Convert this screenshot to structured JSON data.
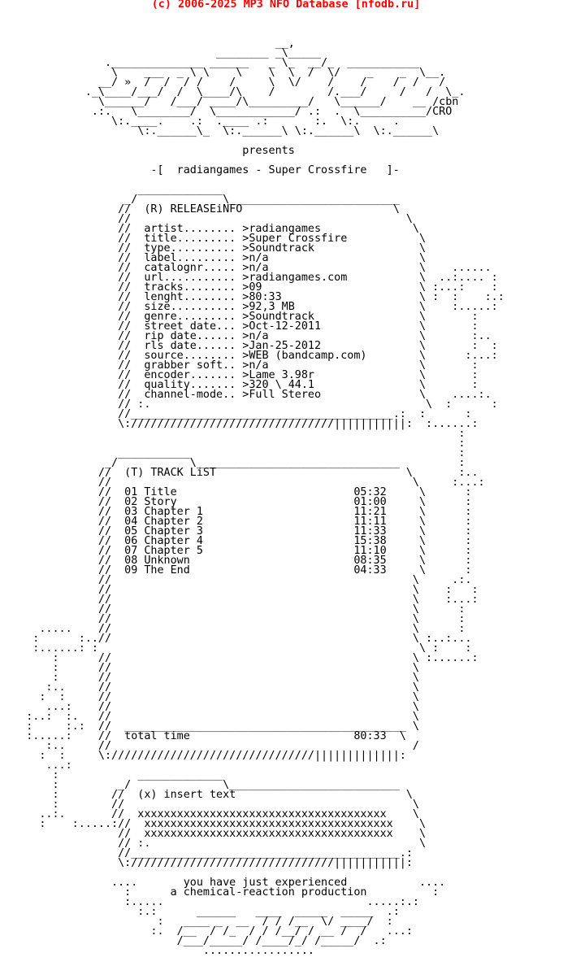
{
  "header": "(c) 2006-2025 MP3 NFO Database [nfodb.ru]",
  "colors": {
    "header_text": "#ff0000",
    "nfo_text": "#000000",
    "background": "#ffffff"
  },
  "nfo_lines": [
    "",
    "",
    "",
    "                                          __,",
    "                                 ________ _\\_____",
    "                .______________ ______   _ \\_  __/_  ___________",
    "                 \\    ___  _ \\ \\    \\    \\  \\  /  \\/    _    _  \\__.",
    "               __/ »  /  /  / /    /     \\  \\/    /    /    /  /   /",
    "             ._\\____/___/  /  \\____/\\    /        /.___/     /   /  \\_.",
    "               \\______/   /___/ ____/\\_________/   \\______/    __ /cbn",
    "              .:.   \\________/  \\____________/ .:  .  \\__________/CRO",
    "                 \\:.____.    .:  .____ .:       :.  \\:.     .",
    "                     \\:.______\\_  \\:.______\\ \\:.______\\  \\:.______\\",
    "",
    "                                     presents",
    "",
    "                       -[  radiangames - Super Crossfire   ]-",
    "",
    "                     _____________",
    "                   _/             \\__________________________",
    "                  //  (R) RELEASEiNFO                       \\",
    "                  //                                          \\",
    "                  //  artist........ >radiangames              \\",
    "                  //  title......... >Super Crossfire           \\",
    "                  //  type.......... >Soundtrack                \\",
    "                  //  label......... >n/a                       \\",
    "                  //  catalognr..... >n/a                       \\    ......",
    "                  //  url........... >radiangames.com           \\  ..:.... :",
    "                  //  tracks........ >09                        \\ :...:    :",
    "                  //  lenght........ >80:33                     \\ :  :    :.:",
    "                  //  size.......... >92,3 MB                   \\    :.....:",
    "                  //  genre......... >Soundtrack                \\       :",
    "                  //  street date... >Oct-12-2011               \\       :",
    "                  //  rip date...... >n/a                       \\       :..",
    "                  //  rls date...... >Jan-25-2012               \\       :  :",
    "                  //  source........ >WEB (bandcamp.com)        \\      :...:",
    "                  //  grabber soft.. >n/a                       \\       :",
    "                  //  encoder....... >Lame 3.98r                \\       :",
    "                  //  quality....... >320 \\ 44.1                \\       :",
    "                  //  channel-mode.. >Full Stereo               \\    ....:.",
    "                  // :.                                          \\  :      :",
    "                  //________________________________________.:  :      :",
    "                  \\:///////////////////////////////|||||||||||:  :......:",
    "                                                                      :",
    "                                                                      :",
    "                  ___________                                         :",
    "                _/           \\_______________________________         :",
    "               //  (T) TRACK LiST                             \\       :..",
    "               //                                              \\     :...:",
    "               //  01 Title                           05:32     \\      :",
    "               //  02 Story                           01:00     \\      :",
    "               //  03 Chapter 1                       11:21     \\      :",
    "               //  04 Chapter 2                       11:11     \\      :",
    "               //  05 Chapter 3                       11:33     \\      :",
    "               //  06 Chapter 4                       15:38     \\      :",
    "               //  07 Chapter 5                       11:10     \\      :",
    "               //  08 Unknown                         08:35     \\      :",
    "               //  09 The End                         04:33     \\      :",
    "               //                                              \\     .:.",
    "               //                                              \\    :   :",
    "               //                                              \\    :...:",
    "               //                                              \\      :",
    "               //                                              \\      :",
    "      .....    //                                              \\      :",
    "     :      :..//                                              \\ :..:...",
    "     :......: :                                                 \\ :    :",
    "        :      //                                              \\ :......:",
    "        :      //                                              \\",
    "        :      //                                              \\",
    "       :..     //                                              \\",
    "      :  :     //                                              \\",
    "       ...:    //                                              \\",
    "    :..:  :.   //                                              \\",
    "    :     :.:  //  ___________________________________________ \\",
    "    :.....:    //  total time                         80:33  \\",
    "       :..     //                                              /",
    "      :  :     \\:///////////////////////////////|||||||||||||:",
    "       ...:",
    "        :            _____________",
    "        :         _/              \\__________________________",
    "        :        //  (x) insert text                          \\",
    "        :        //                                            \\",
    "      ..:.       //  xxxxxxxxxxxxxxxxxxxxxxxxxxxxxxxxxxxxxx    \\",
    "      :    :.....://  xxxxxxxxxxxxxxxxxxxxxxxxxxxxxxxxxxxxxx    \\",
    "                  //  xxxxxxxxxxxxxxxxxxxxxxxxxxxxxxxxxxxxxx    \\",
    "                  // :.                                         \\",
    "                  //_________________________________________.:",
    "                  \\:///////////////////////////////|||||||||||:",
    "",
    "                 ....       you have just experienced           ....",
    "                   :      a chemical-reaction production          :",
    "                   :.....                               .....:.:",
    "                     :.:      ______   ____  _____  _____  .:",
    "                        :   ____ _  __  / / /__  \\/ ____/  :",
    "                       :.  /__  / /_  / / /__/ / __ /  /   ...:",
    "                           /___/_____/ /____/_/ /_____/  .:",
    "                               .................",
    ""
  ]
}
